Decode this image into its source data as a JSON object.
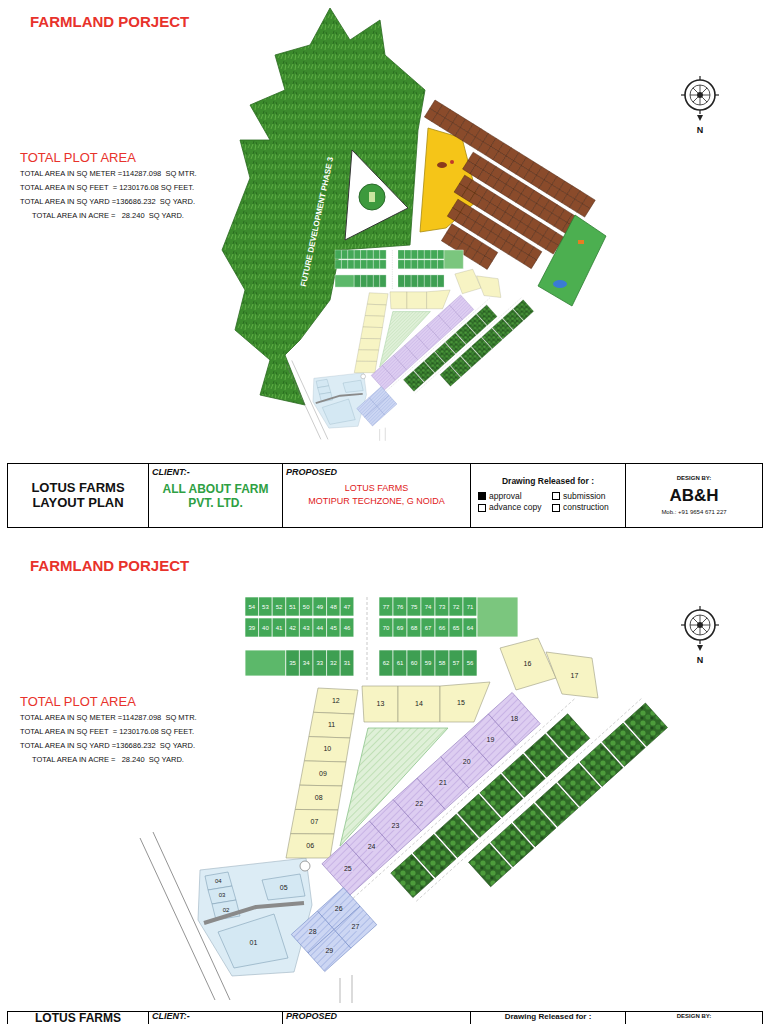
{
  "diagram": {
    "title": "FARMLAND PORJECT",
    "nodes": [
      {
        "text": [
          "LOTUS FARMS LAYOUT PLAN"
        ]
      },
      {
        "text": [
          "CLIENT:-",
          "ALL ABOUT FARM PVT. LTD."
        ]
      },
      {
        "text": [
          "PROPOSED",
          "LOTUS FARMS",
          "MOTIPUR TECHZONE, G NOIDA"
        ]
      },
      {
        "text": [
          "Drawing Released for :",
          "approval",
          "submission",
          "advance copy",
          "construction"
        ]
      },
      {
        "text": [
          "DESIGN BY:",
          "AB&H",
          "Mob.: +91 9654 671 227"
        ]
      },
      {
        "text": [
          "LOTUS FARMS"
        ]
      },
      {
        "text": [
          "CLIENT:-"
        ]
      },
      {
        "text": [
          "PROPOSED"
        ]
      },
      {
        "text": [
          "Drawing Released for :"
        ]
      },
      {
        "text": [
          "DESIGN BY:"
        ]
      }
    ],
    "labels": [
      "TOTAL PLOT AREA",
      "TOTAL AREA IN SQ METER =114287.098  SQ MTR.",
      "TOTAL AREA IN SQ FEET  = 1230176.08 SQ FEET.",
      "TOTAL AREA IN SQ YARD =136686.232  SQ YARD.",
      "TOTAL AREA IN ACRE =   28.240  SQ YARD.",
      "FUTURE DEVELOPMENT PHASE 3",
      "N",
      "FARMLAND PORJECT",
      "TOTAL PLOT AREA",
      "TOTAL AREA IN SQ METER =114287.098  SQ MTR.",
      "TOTAL AREA IN SQ FEET  = 1230176.08 SQ FEET.",
      "TOTAL AREA IN SQ YARD =136686.232  SQ YARD.",
      "TOTAL AREA IN ACRE =   28.240  SQ YARD.",
      "N",
      "54",
      "53",
      "52",
      "51",
      "50",
      "49",
      "48",
      "47",
      "39",
      "40",
      "41",
      "42",
      "43",
      "44",
      "45",
      "46",
      "35",
      "34",
      "33",
      "32",
      "31",
      "77",
      "76",
      "75",
      "74",
      "73",
      "72",
      "71",
      "70",
      "69",
      "68",
      "67",
      "66",
      "65",
      "64",
      "62",
      "61",
      "60",
      "59",
      "58",
      "57",
      "56",
      "12",
      "11",
      "10",
      "09",
      "08",
      "07",
      "06",
      "13",
      "14",
      "15",
      "16",
      "17",
      "25",
      "24",
      "23",
      "22",
      "21",
      "20",
      "19",
      "18",
      "26",
      "27",
      "28",
      "29",
      "04",
      "03",
      "02",
      "05",
      "01"
    ]
  }
}
